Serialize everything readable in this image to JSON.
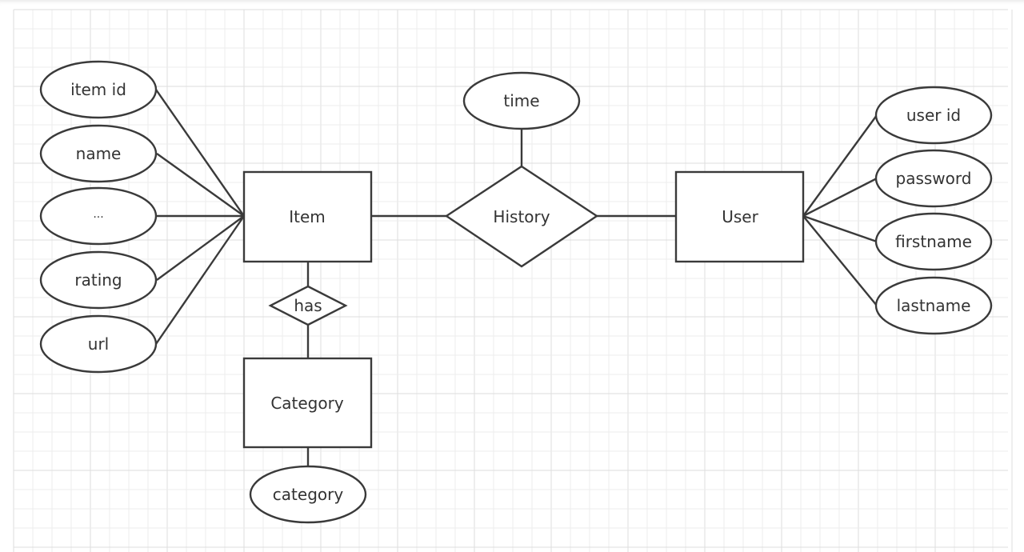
{
  "diagram": {
    "entities": {
      "item": "Item",
      "category": "Category",
      "user": "User"
    },
    "relationships": {
      "history": "History",
      "has": "has"
    },
    "attributes": {
      "item_id": "item id",
      "name": "name",
      "ellipsis": "...",
      "rating": "rating",
      "url": "url",
      "time": "time",
      "user_id": "user id",
      "password": "password",
      "firstname": "firstname",
      "lastname": "lastname",
      "category": "category"
    }
  }
}
